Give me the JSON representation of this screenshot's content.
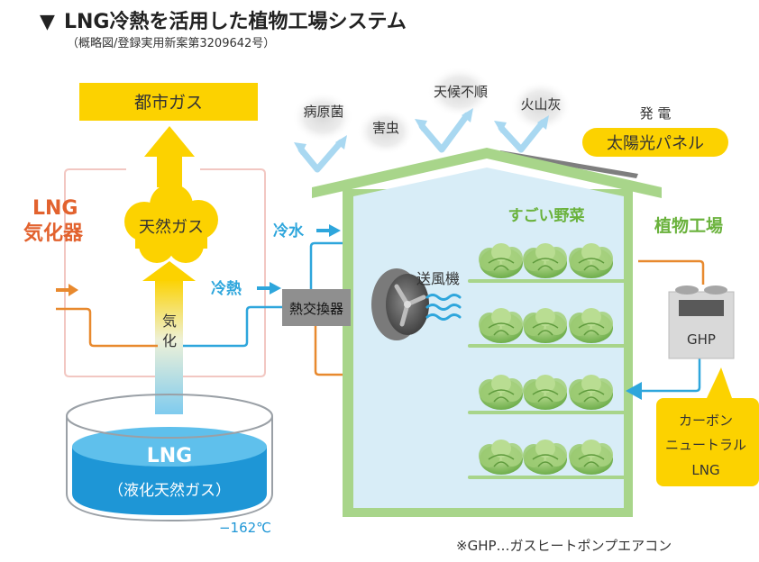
{
  "header": {
    "marker": "▼",
    "title": "LNG冷熱を活用した植物工場システム",
    "subtitle": "（概略図/登録実用新案第3209642号）"
  },
  "labels": {
    "city_gas": "都市ガス",
    "natural_gas": "天然ガス",
    "vaporizer_line1": "LNG",
    "vaporizer_line2": "気化器",
    "vaporize_1": "気",
    "vaporize_2": "化",
    "tank_title": "LNG",
    "tank_sub": "（液化天然ガス）",
    "temperature": "−162℃",
    "cold_water": "冷水",
    "cold_energy": "冷熱",
    "heat_exchanger": "熱交換器",
    "fan": "送風機",
    "great_vegetables": "すごい野菜",
    "plant_factory": "植物工場",
    "threat_pathogen": "病原菌",
    "threat_pest": "害虫",
    "threat_weather": "天候不順",
    "threat_ash": "火山灰",
    "power_gen": "発 電",
    "solar_panel": "太陽光パネル",
    "ghp": "GHP",
    "carbon_line1": "カーボン",
    "carbon_line2": "ニュートラル",
    "carbon_line3": "LNG",
    "footnote": "※GHP…ガスヒートポンプエアコン"
  },
  "colors": {
    "yellow": "#FCD200",
    "green": "#8CC76A",
    "green_text": "#6AB23C",
    "blue": "#2EA6DC",
    "orange": "#E8892E",
    "vaporizer_red": "#E2622E",
    "house_fill": "#D8EDF7",
    "tank_liquid": "#1E96D6"
  },
  "icons": {
    "fan": "fan-icon",
    "vegetable": "lettuce-icon",
    "ghp": "ghp-unit-icon"
  }
}
